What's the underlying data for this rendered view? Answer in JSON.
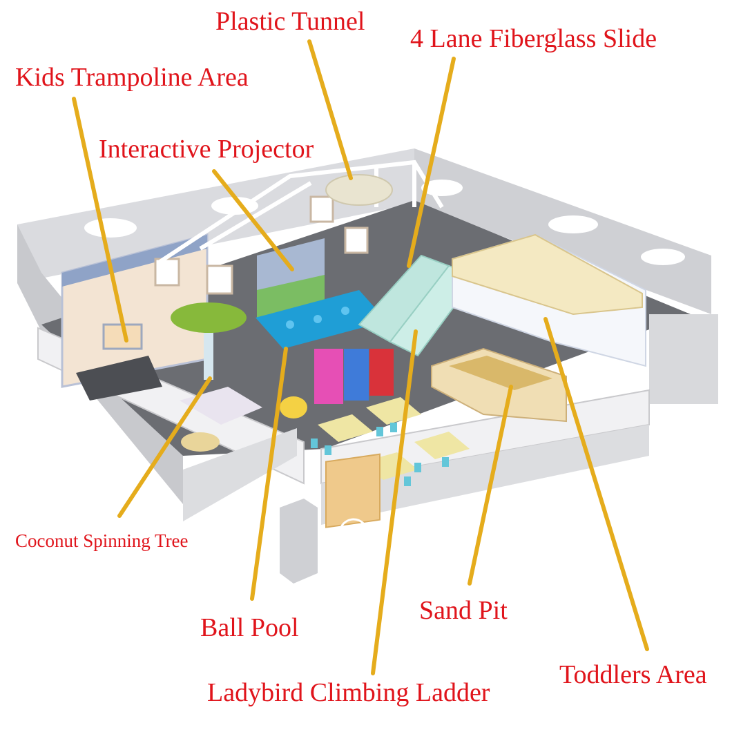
{
  "labels": {
    "plastic_tunnel": "Plastic Tunnel",
    "fiberglass_slide": "4 Lane Fiberglass Slide",
    "trampoline_area": "Kids Trampoline Area",
    "interactive_projector": "Interactive Projector",
    "coconut_tree": "Coconut Spinning Tree",
    "ball_pool": "Ball Pool",
    "sand_pit": "Sand Pit",
    "toddlers_area": "Toddlers Area",
    "ladybird_ladder": "Ladybird Climbing Ladder"
  },
  "colors": {
    "label_text": "#e0141b",
    "leader_line": "#e5ac1c",
    "wall": "#e8e8ea",
    "floor": "#6b6d72",
    "ball_pool": "#1f9ed6",
    "slide": "#bfe6de",
    "toddler_deck": "#f5f7fb",
    "sand": "#d9b86a",
    "table": "#efe6a4",
    "chair": "#63c6d9"
  }
}
